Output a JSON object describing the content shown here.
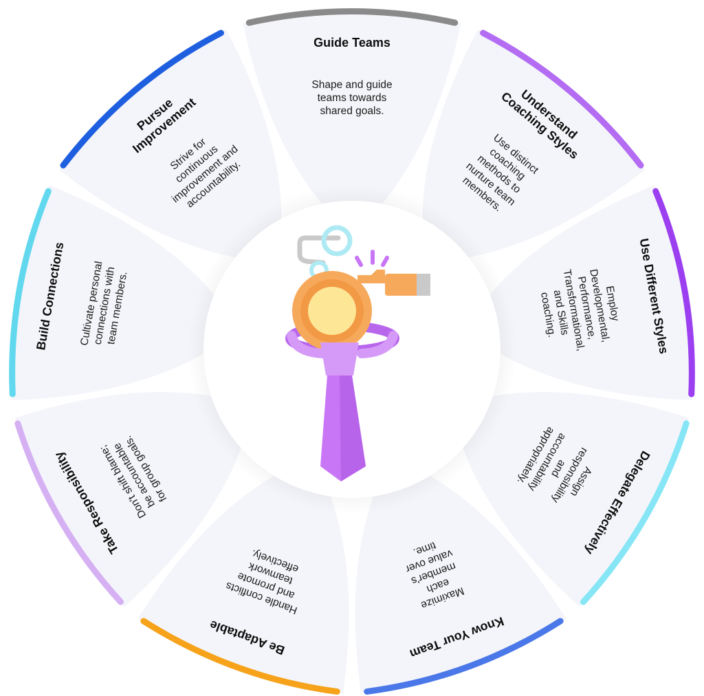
{
  "segments": [
    {
      "id": "guide-teams",
      "title": [
        "Guide Teams"
      ],
      "desc": [
        "Shape and guide",
        "teams towards",
        "shared goals."
      ],
      "color": "#8a8a8a"
    },
    {
      "id": "understand-coaching-styles",
      "title": [
        "Understand",
        "Coaching Styles"
      ],
      "desc": [
        "Use distinct",
        "coaching",
        "methods to",
        "nurture team",
        "members."
      ],
      "color": "#b36cf2"
    },
    {
      "id": "use-different-styles",
      "title": [
        "Use Different Styles"
      ],
      "desc": [
        "Employ",
        "Developmental,",
        "Performance,",
        "Transformational,",
        "and Skills",
        "coaching."
      ],
      "color": "#9b3ff0"
    },
    {
      "id": "delegate-effectively",
      "title": [
        "Delegate Effectively"
      ],
      "desc": [
        "Assign",
        "responsibility",
        "and",
        "accountability",
        "appropriately."
      ],
      "color": "#86e6f6"
    },
    {
      "id": "know-your-team",
      "title": [
        "Know Your Team"
      ],
      "desc": [
        "Maximize",
        "each",
        "member's",
        "value over",
        "time."
      ],
      "color": "#4a78e8"
    },
    {
      "id": "be-adaptable",
      "title": [
        "Be Adaptable"
      ],
      "desc": [
        "Handle conflicts",
        "and promote",
        "teamwork",
        "effectively."
      ],
      "color": "#f6a21a"
    },
    {
      "id": "take-responsibility",
      "title": [
        "Take Responsibility"
      ],
      "desc": [
        "Don't shift blame;",
        "be accountable",
        "for group goals."
      ],
      "color": "#d5b0f2"
    },
    {
      "id": "build-connections",
      "title": [
        "Build Connections"
      ],
      "desc": [
        "Cultivate personal",
        "connections with",
        "team members."
      ],
      "color": "#62d8ee"
    },
    {
      "id": "pursue-improvement",
      "title": [
        "Pursue",
        "Improvement"
      ],
      "desc": [
        "Strive for",
        "continuous",
        "improvement and",
        "accountability."
      ],
      "color": "#1e5fe0"
    }
  ],
  "center_icon": "whistle-and-tie-icon",
  "colors": {
    "petal_fill": "#f4f5fa",
    "whistle_body": "#f7a95b",
    "whistle_inner": "#fde695",
    "tie": "#c876f5",
    "loop": "#aeeaf4",
    "chain": "#c9c9c9"
  }
}
